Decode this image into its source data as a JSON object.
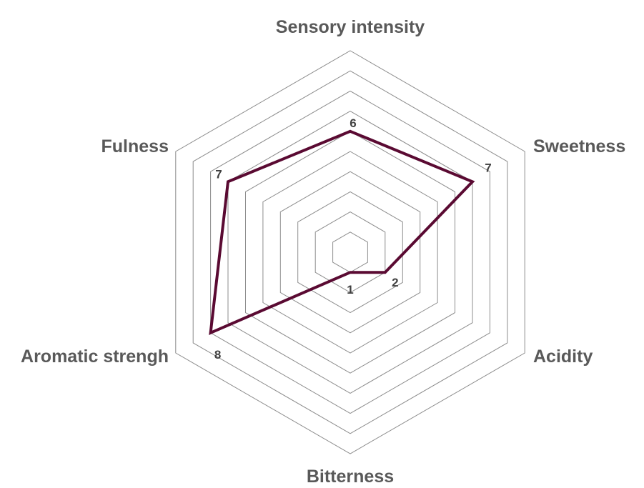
{
  "chart_data": {
    "type": "radar",
    "title": "",
    "categories": [
      "Sensory intensity",
      "Sweetness",
      "Acidity",
      "Bitterness",
      "Aromatic strengh",
      "Fulness"
    ],
    "series": [
      {
        "values": [
          6,
          7,
          2,
          1,
          8,
          7
        ],
        "color": "#5a0a32"
      }
    ],
    "rlim": [
      0,
      10
    ],
    "grid": true,
    "grid_rings": 10,
    "data_labels": true,
    "label_color": "#595959",
    "grid_color": "#8c8c8c"
  }
}
